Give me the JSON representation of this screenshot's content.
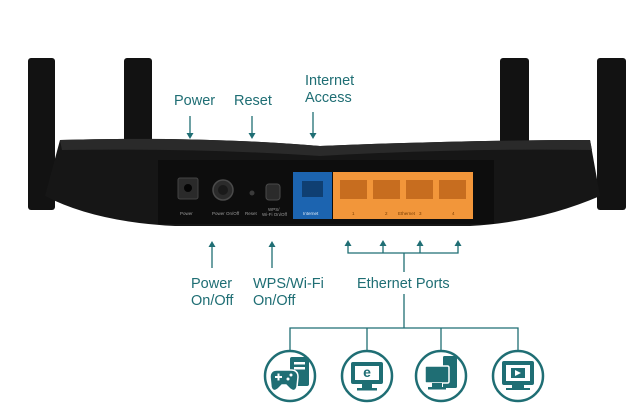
{
  "callouts": {
    "power": "Power",
    "reset": "Reset",
    "internet_line1": "Internet",
    "internet_line2": "Access",
    "power_onoff_line1": "Power",
    "power_onoff_line2": "On/Off",
    "wps_line1": "WPS/Wi-Fi",
    "wps_line2": "On/Off",
    "ethernet_ports": "Ethernet Ports"
  },
  "port_labels": {
    "power": "Power",
    "power_onoff": "Power On/Off",
    "reset": "Reset",
    "wps_line1": "WPS/",
    "wps_line2": "Wi-Fi On/Off",
    "internet": "Internet",
    "eth_1": "1",
    "eth_2": "2",
    "eth_section": "Ethernet",
    "eth_3": "3",
    "eth_4": "4"
  },
  "devices": [
    {
      "icon": "game-console-icon"
    },
    {
      "icon": "internet-explorer-monitor-icon",
      "glyph": "e"
    },
    {
      "icon": "desktop-computer-icon"
    },
    {
      "icon": "smart-tv-icon"
    }
  ],
  "colors": {
    "accent": "#1f6e74",
    "router_body": "#141414",
    "wan_port": "#1c64b0",
    "lan_ports": "#f2963a"
  }
}
